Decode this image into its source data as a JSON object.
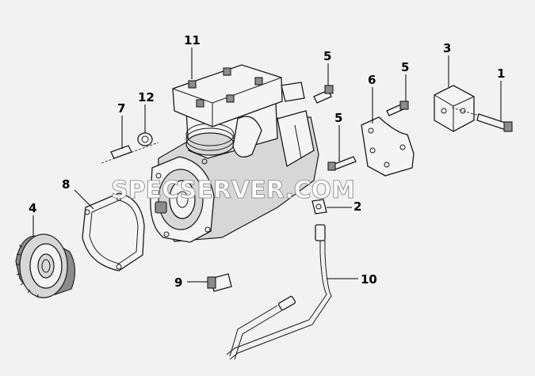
{
  "diagram": {
    "watermark": "SPECSERVER.COM",
    "callouts": {
      "c1": "1",
      "c2": "2",
      "c3": "3",
      "c4": "4",
      "c5a": "5",
      "c5b": "5",
      "c5c": "5",
      "c6": "6",
      "c7": "7",
      "c8": "8",
      "c9": "9",
      "c10": "10",
      "c11": "11",
      "c12": "12"
    }
  }
}
